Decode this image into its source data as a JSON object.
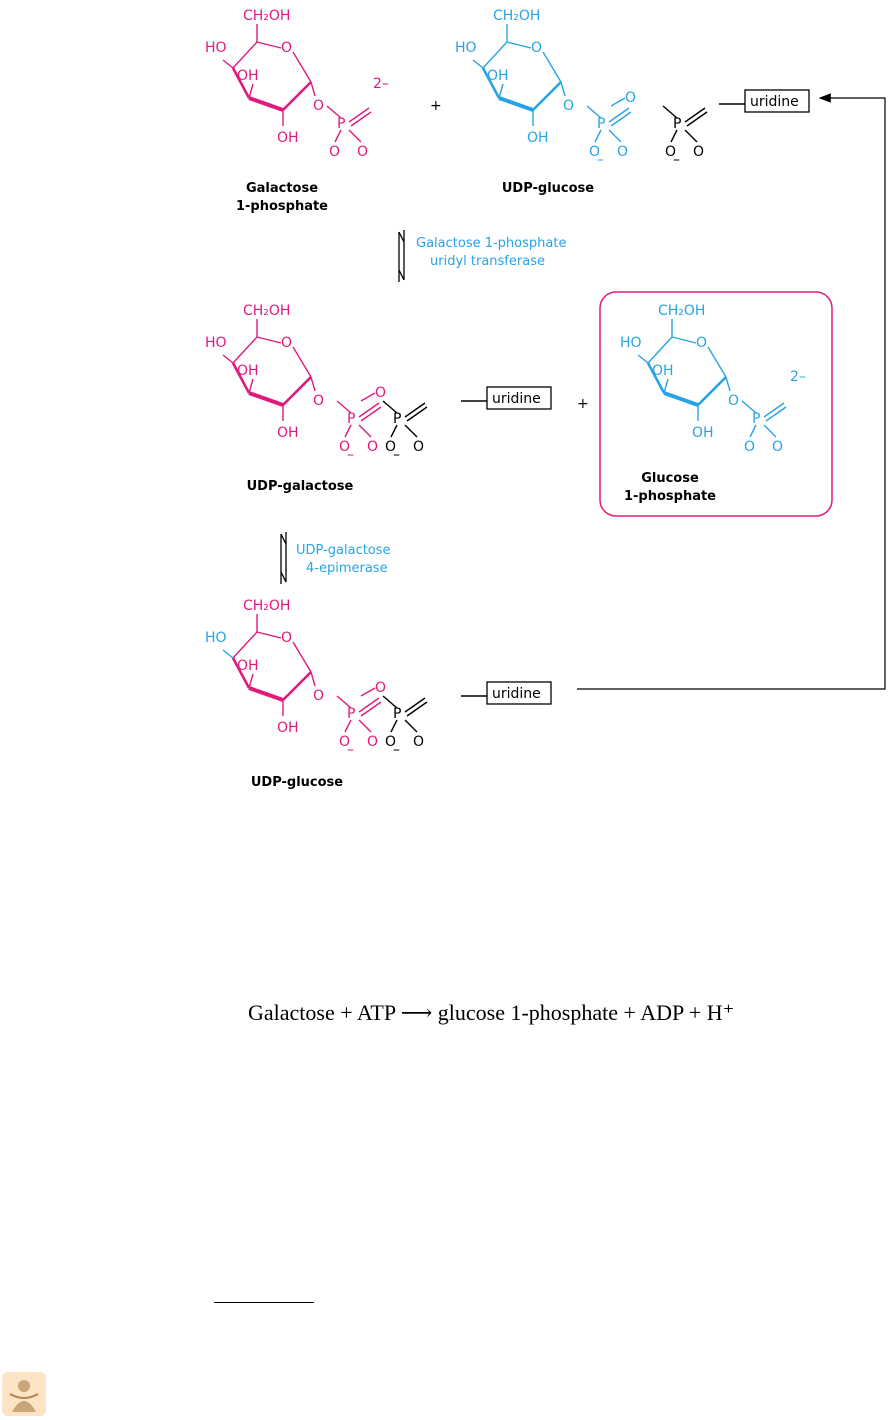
{
  "colors": {
    "galactose": "#e01a7d",
    "glucose": "#27a4e6",
    "ink": "#000000",
    "enzyme_text": "#27a4e6"
  },
  "text": {
    "ch2oh": "CH₂OH",
    "ho": "HO",
    "oh": "OH",
    "o": "O",
    "p": "P",
    "minus": "–",
    "charge": "2–",
    "uridine": "uridine",
    "plus": "+"
  },
  "labels": {
    "galactose_1_phosphate": [
      "Galactose",
      "1-phosphate"
    ],
    "udp_glucose_top": "UDP-glucose",
    "udp_galactose": "UDP-galactose",
    "glucose_1_phosphate": [
      "Glucose",
      "1-phosphate"
    ],
    "udp_glucose_bottom": "UDP-glucose"
  },
  "enzymes": {
    "transferase": [
      "Galactose 1-phosphate",
      "uridyl transferase"
    ],
    "epimerase": [
      "UDP-galactose",
      "4-epimerase"
    ]
  },
  "equation": "Galactose + ATP ⟶ glucose 1-phosphate + ADP + H⁺"
}
